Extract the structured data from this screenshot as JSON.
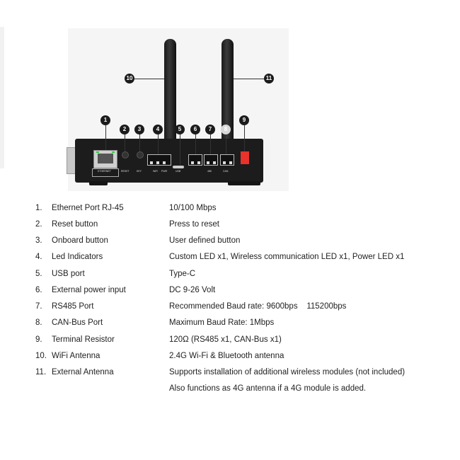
{
  "device_labels": {
    "ethernet": "ETHERNET",
    "reset": "RESET",
    "key": "KEY",
    "usb": "USB",
    "pwr": "PWR",
    "wifi": "WiFi",
    "can": "CAN",
    "rs485": "485"
  },
  "callouts": [
    "1",
    "2",
    "3",
    "4",
    "5",
    "6",
    "7",
    "8",
    "9",
    "10",
    "11"
  ],
  "specs": [
    {
      "num": "1.",
      "label": "Ethernet Port RJ-45",
      "value": "10/100 Mbps"
    },
    {
      "num": "2.",
      "label": "Reset button",
      "value": "Press to reset"
    },
    {
      "num": "3.",
      "label": "Onboard button",
      "value": "User defined button"
    },
    {
      "num": "4.",
      "label": "Led Indicators",
      "value": "Custom LED x1, Wireless communication LED x1, Power LED x1"
    },
    {
      "num": "5.",
      "label": "USB port",
      "value": "Type-C"
    },
    {
      "num": "6.",
      "label": "External power input",
      "value": "DC 9-26 Volt"
    },
    {
      "num": "7.",
      "label": "RS485 Port",
      "value": "Recommended Baud rate: 9600bps    115200bps"
    },
    {
      "num": "8.",
      "label": "CAN-Bus Port",
      "value": "Maximum Baud Rate: 1Mbps"
    },
    {
      "num": "9.",
      "label": "Terminal Resistor",
      "value": "120Ω (RS485 x1, CAN-Bus x1)"
    },
    {
      "num": "10.",
      "label": "WiFi Antenna",
      "value": "2.4G Wi-Fi & Bluetooth antenna"
    },
    {
      "num": "11.",
      "label": "External Antenna",
      "value": "Supports installation of additional wireless modules (not included)"
    },
    {
      "num": "",
      "label": "",
      "value": "Also functions as 4G antenna if a 4G module is added."
    }
  ]
}
